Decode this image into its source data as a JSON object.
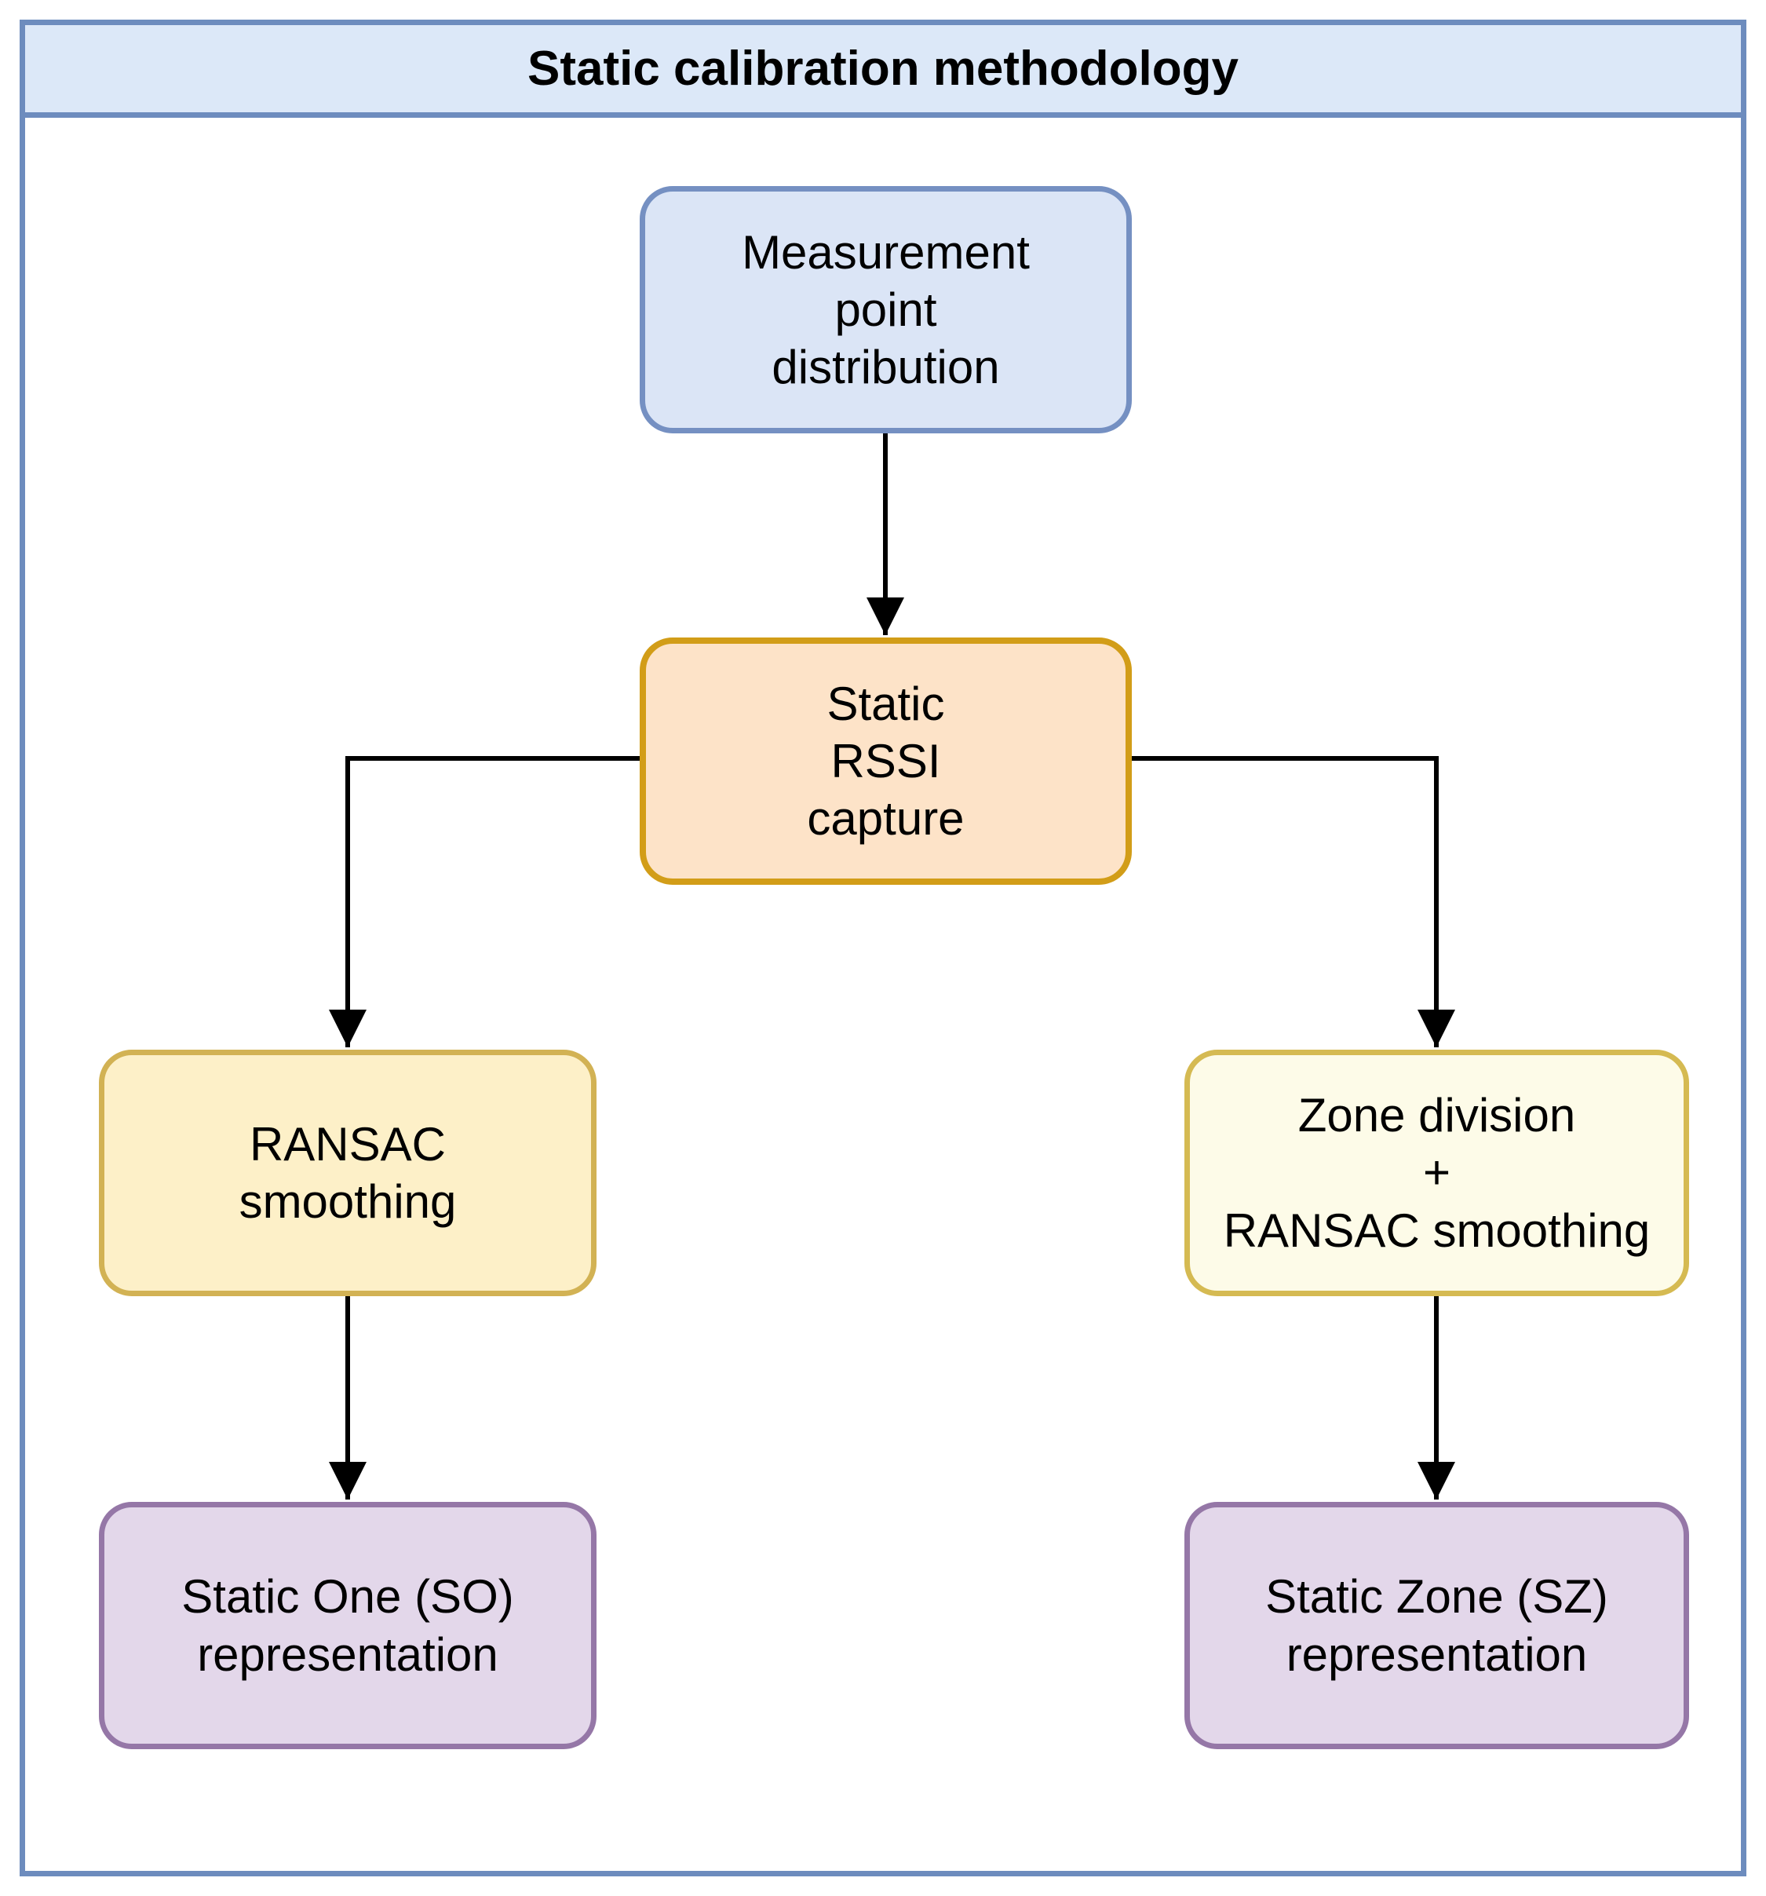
{
  "header": {
    "title": "Static calibration methodology",
    "bg": "#dce8f8",
    "border_color": "#6d8cbe"
  },
  "canvas": {
    "bg": "#ffffff",
    "connector_color": "#000000"
  },
  "nodes": {
    "measurement": {
      "lines": [
        "Measurement",
        "point",
        "distribution"
      ],
      "fill": "#dbe5f6",
      "border": "#7590c2"
    },
    "rssi": {
      "lines": [
        "Static",
        "RSSI",
        "capture"
      ],
      "fill": "#fde3c8",
      "border": "#d29d18"
    },
    "ransac": {
      "lines": [
        "RANSAC",
        "smoothing"
      ],
      "fill": "#fdf0c8",
      "border": "#d2b254"
    },
    "zone": {
      "lines": [
        "Zone division",
        "+",
        "RANSAC smoothing"
      ],
      "fill": "#fdfbe8",
      "border": "#d5ba52"
    },
    "static_one": {
      "lines": [
        "Static One (SO)",
        "representation"
      ],
      "fill": "#e3d7ea",
      "border": "#9577a7"
    },
    "static_zone": {
      "lines": [
        "Static Zone (SZ)",
        "representation"
      ],
      "fill": "#e3d7ea",
      "border": "#9577a7"
    }
  }
}
